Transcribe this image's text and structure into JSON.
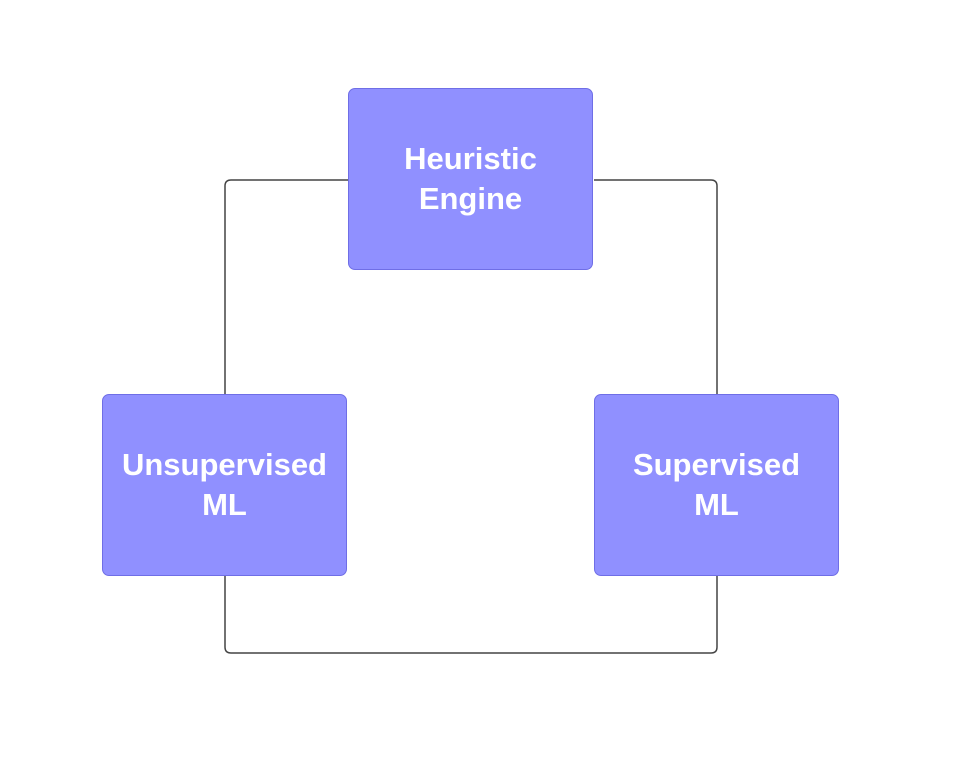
{
  "diagram": {
    "nodes": {
      "heuristic_engine": {
        "label": "Heuristic\nEngine"
      },
      "unsupervised_ml": {
        "label": "Unsupervised\nML"
      },
      "supervised_ml": {
        "label": "Supervised\nML"
      }
    },
    "connections": [
      {
        "from": "heuristic_engine",
        "to": "unsupervised_ml"
      },
      {
        "from": "heuristic_engine",
        "to": "supervised_ml"
      },
      {
        "from": "unsupervised_ml",
        "to": "supervised_ml"
      }
    ],
    "colors": {
      "node_fill": "#9090ff",
      "node_border": "#6f6ee6",
      "node_text": "#ffffff",
      "connector": "#444444"
    }
  }
}
